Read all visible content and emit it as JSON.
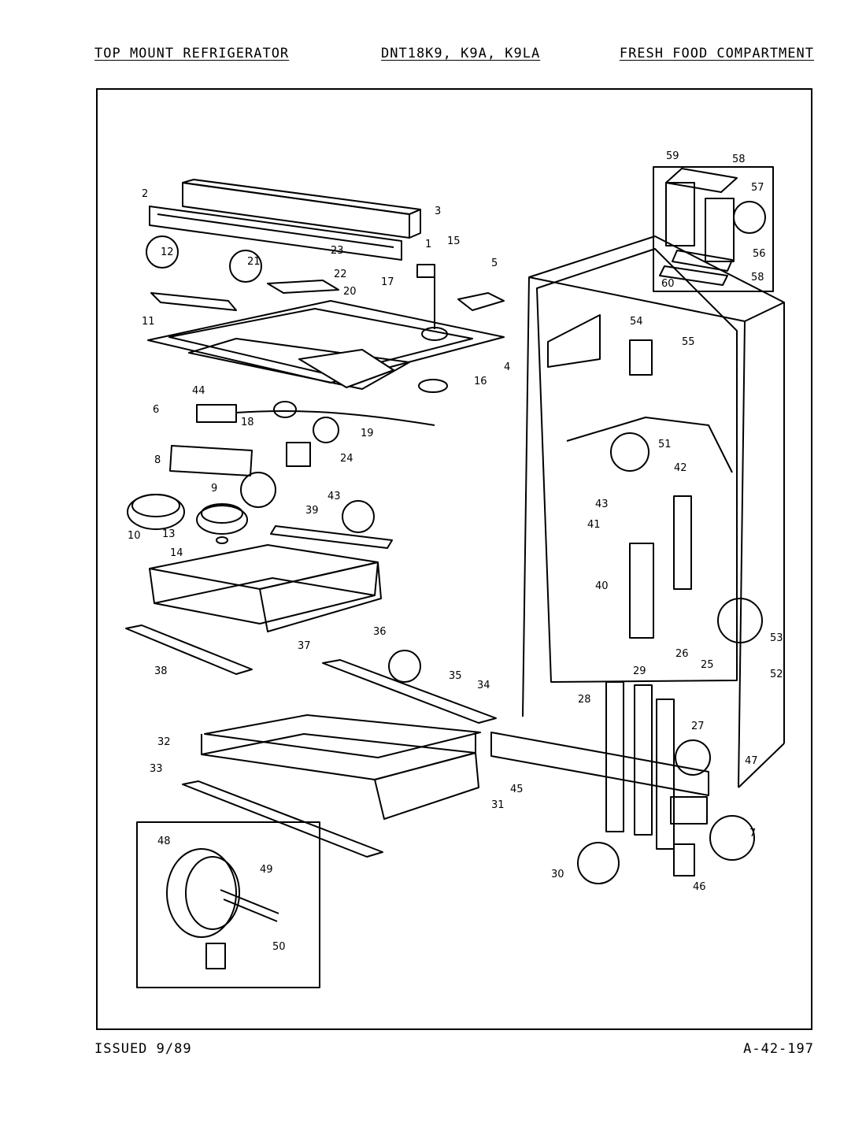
{
  "header": {
    "left": "TOP MOUNT REFRIGERATOR",
    "center": "DNT18K9, K9A, K9LA",
    "right": "FRESH FOOD COMPARTMENT"
  },
  "footer": {
    "left": "ISSUED 9/89",
    "right": "A-42-197"
  },
  "callouts": [
    "1",
    "2",
    "3",
    "4",
    "5",
    "6",
    "7",
    "8",
    "9",
    "10",
    "11",
    "12",
    "13",
    "14",
    "15",
    "16",
    "17",
    "18",
    "19",
    "20",
    "21",
    "22",
    "23",
    "24",
    "25",
    "26",
    "27",
    "28",
    "29",
    "30",
    "31",
    "32",
    "33",
    "34",
    "35",
    "36",
    "37",
    "38",
    "39",
    "40",
    "41",
    "42",
    "43",
    "44",
    "45",
    "46",
    "47",
    "48",
    "49",
    "50",
    "51",
    "52",
    "53",
    "54",
    "55",
    "56",
    "57",
    "58",
    "59",
    "60"
  ]
}
